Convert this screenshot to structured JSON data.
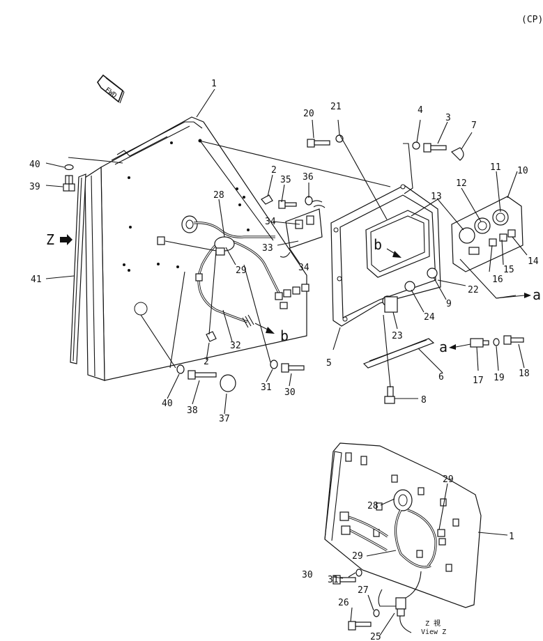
{
  "sheet_code": "(CP)",
  "fwd_label": "FWD",
  "view_z_label": "Z  視\nView Z",
  "view_z_line1": "Z  視",
  "view_z_line2": "View Z",
  "arrow_labels": {
    "z": "Z",
    "a1": "a",
    "a2": "a",
    "b1": "b",
    "b2": "b"
  },
  "callouts": [
    {
      "id": "c1",
      "text": "1"
    },
    {
      "id": "c40a",
      "text": "40"
    },
    {
      "id": "c39",
      "text": "39"
    },
    {
      "id": "c41",
      "text": "41"
    },
    {
      "id": "c28",
      "text": "28"
    },
    {
      "id": "c29",
      "text": "29"
    },
    {
      "id": "c2a",
      "text": "2"
    },
    {
      "id": "c35",
      "text": "35"
    },
    {
      "id": "c36",
      "text": "36"
    },
    {
      "id": "c34a",
      "text": "34"
    },
    {
      "id": "c33",
      "text": "33"
    },
    {
      "id": "c34b",
      "text": "34"
    },
    {
      "id": "c2b",
      "text": "2"
    },
    {
      "id": "c32",
      "text": "32"
    },
    {
      "id": "c31",
      "text": "31"
    },
    {
      "id": "c30",
      "text": "30"
    },
    {
      "id": "c40b",
      "text": "40"
    },
    {
      "id": "c38",
      "text": "38"
    },
    {
      "id": "c37",
      "text": "37"
    },
    {
      "id": "c20",
      "text": "20"
    },
    {
      "id": "c21",
      "text": "21"
    },
    {
      "id": "c4",
      "text": "4"
    },
    {
      "id": "c3",
      "text": "3"
    },
    {
      "id": "c7",
      "text": "7"
    },
    {
      "id": "c11",
      "text": "11"
    },
    {
      "id": "c10",
      "text": "10"
    },
    {
      "id": "c12",
      "text": "12"
    },
    {
      "id": "c13",
      "text": "13"
    },
    {
      "id": "c14",
      "text": "14"
    },
    {
      "id": "c15",
      "text": "15"
    },
    {
      "id": "c16",
      "text": "16"
    },
    {
      "id": "c22",
      "text": "22"
    },
    {
      "id": "c9",
      "text": "9"
    },
    {
      "id": "c24",
      "text": "24"
    },
    {
      "id": "c23",
      "text": "23"
    },
    {
      "id": "c5",
      "text": "5"
    },
    {
      "id": "c6",
      "text": "6"
    },
    {
      "id": "c8",
      "text": "8"
    },
    {
      "id": "c17",
      "text": "17"
    },
    {
      "id": "c19",
      "text": "19"
    },
    {
      "id": "c18",
      "text": "18"
    },
    {
      "id": "v29",
      "text": "29"
    },
    {
      "id": "v28",
      "text": "28"
    },
    {
      "id": "v1",
      "text": "1"
    },
    {
      "id": "v29b",
      "text": "29"
    },
    {
      "id": "v31",
      "text": "31"
    },
    {
      "id": "v30",
      "text": "30"
    },
    {
      "id": "v27",
      "text": "27"
    },
    {
      "id": "v26",
      "text": "26"
    },
    {
      "id": "v25",
      "text": "25"
    }
  ]
}
